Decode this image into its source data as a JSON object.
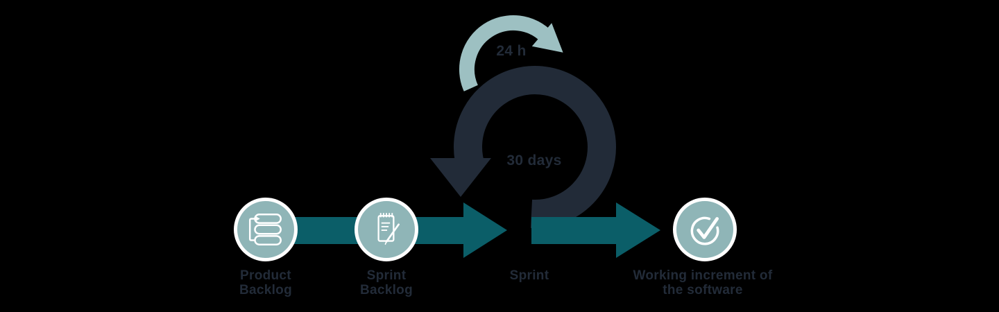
{
  "diagram": {
    "type": "scrum-process-flow",
    "loops": {
      "daily_loop_label": "24 h",
      "sprint_loop_label": "30 days"
    },
    "nodes": [
      {
        "id": "product-backlog",
        "label": "Product Backlog",
        "icon": "backlog-list-icon"
      },
      {
        "id": "sprint-backlog",
        "label": "Sprint Backlog",
        "icon": "notepad-pencil-icon"
      },
      {
        "id": "sprint",
        "label": "Sprint",
        "icon": "sprint-loop-icon"
      },
      {
        "id": "working-increment",
        "label": "Working increment of the software",
        "icon": "check-circle-icon"
      }
    ],
    "colors": {
      "dark_navy": "#222b38",
      "teal_arrow": "#0b5e68",
      "light_teal_circle": "#8fb5b7",
      "pale_teal_arc": "#9dc0c2",
      "white": "#ffffff",
      "background": "#000000"
    }
  }
}
